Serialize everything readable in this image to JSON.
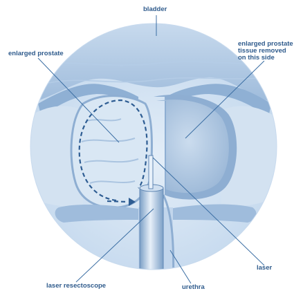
{
  "labels": {
    "bladder": "bladder",
    "enlarged_prostate": "enlarged prostate",
    "tissue_removed": [
      "enlarged prostate",
      "tissue removed",
      "on this side"
    ],
    "laser": "laser",
    "laser_resectoscope": "laser resectoscope",
    "urethra": "urethra"
  },
  "colors": {
    "label_text": "#2f5b8c",
    "leader_line": "#3b6ea3",
    "tissue_dark": "#7fa6cd",
    "tissue_mid": "#a9c5e2",
    "tissue_light": "#d6e5f3",
    "tissue_pale": "#eaf2fa",
    "dashed_arrow": "#2e5d93"
  },
  "icons": [
    "dashed-arrow-icon"
  ]
}
